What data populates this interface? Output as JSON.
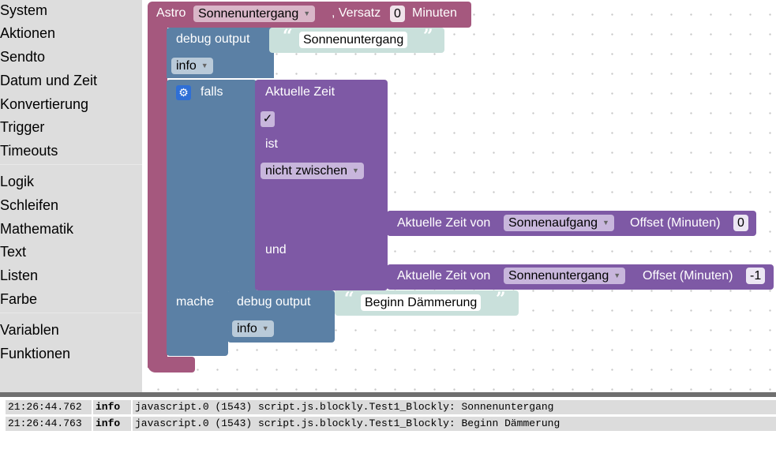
{
  "sidebar": {
    "groups": [
      [
        "System",
        "Aktionen",
        "Sendto",
        "Datum und Zeit",
        "Konvertierung",
        "Trigger",
        "Timeouts"
      ],
      [
        "Logik",
        "Schleifen",
        "Mathematik",
        "Text",
        "Listen",
        "Farbe"
      ],
      [
        "Variablen",
        "Funktionen"
      ]
    ]
  },
  "colors": {
    "astro_block": "#a5587e",
    "system_block": "#5b80a5",
    "logic_block": "#7e59a5",
    "text_block": "#c9e0db",
    "sidebar_bg": "#dddddd"
  },
  "blocks": {
    "astro": {
      "label": "Astro",
      "event": "Sonnenuntergang",
      "versatz_label": ", Versatz",
      "versatz": "0",
      "minuten": "Minuten"
    },
    "debug1": {
      "label": "debug output",
      "text": "Sonnenuntergang",
      "level": "info"
    },
    "falls": {
      "label": "falls",
      "mache": "mache"
    },
    "time_compare": {
      "title": "Aktuelle Zeit",
      "check": "✓",
      "ist": "ist",
      "op": "nicht zwischen",
      "und": "und"
    },
    "time1": {
      "label": "Aktuelle Zeit von",
      "event": "Sonnenaufgang",
      "offset_label": "Offset (Minuten)",
      "offset": "0"
    },
    "time2": {
      "label": "Aktuelle Zeit von",
      "event": "Sonnenuntergang",
      "offset_label": "Offset (Minuten)",
      "offset": "-1"
    },
    "debug2": {
      "label": "debug output",
      "text": "Beginn Dämmerung",
      "level": "info"
    },
    "quote_open": "“",
    "quote_close": "”"
  },
  "log": [
    {
      "time": "21:26:44.762",
      "level": "info",
      "message": "javascript.0 (1543) script.js.blockly.Test1_Blockly: Sonnenuntergang"
    },
    {
      "time": "21:26:44.763",
      "level": "info",
      "message": "javascript.0 (1543) script.js.blockly.Test1_Blockly: Beginn Dämmerung"
    }
  ]
}
